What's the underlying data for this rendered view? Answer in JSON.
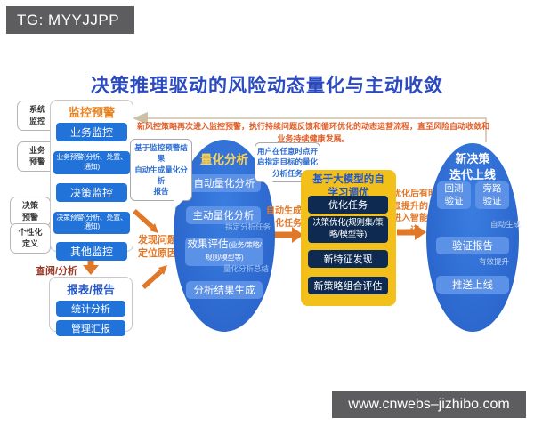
{
  "colors": {
    "primary_blue": "#2e6fd3",
    "button_blue": "#2273d9",
    "light_button_blue": "#5b91e6",
    "navy": "#0e2a50",
    "yellow": "#f2bf1b",
    "accent_orange": "#e0782a",
    "title_blue": "#2b4abe",
    "monitor_title_orange": "#e8821e",
    "watermark_gray": "#5d5d5f"
  },
  "watermark_top": {
    "text": "TG: MYYJJPP"
  },
  "watermark_bottom": {
    "text": "www.cnwebs–jizhibo.com"
  },
  "title": "决策推理驱动的风险动态量化与主动收敛",
  "feedback_note": "新风控策略再次进入监控预警，执行持续问题反馈和循环优化的动态运营流程，直至风险自动收敛和\n业务持续健康发展。",
  "left": {
    "bubbles": [
      "系统\n监控",
      "业务\n预警",
      "决策\n预警",
      "个性化\n定义"
    ],
    "monitor": {
      "title": "监控预警",
      "items": [
        "业务监控",
        "业务预警(分析、处置、通知)",
        "决策监控",
        "决策预警(分析、处置、通知)",
        "其他监控"
      ]
    },
    "review_label": "查阅/分析",
    "report": {
      "title": "报表/报告",
      "items": [
        "统计分析",
        "管理汇报"
      ]
    },
    "find_problem": "发现问题\n定位原因"
  },
  "quant": {
    "title": "量化分析",
    "callout_left": "基于监控预警结果\n自动生成量化分析\n报告",
    "callout_right": "用户在任意时点开\n启指定目标的量化\n分析任务",
    "step1": "自动量化分析",
    "step2": "主动量化分析",
    "step3_main": "效果评估",
    "step3_sub": "(业务/策略/规则/模型等)",
    "step4": "分析结果生成",
    "arrow_label_1": "指定分析任务",
    "arrow_label_2": "量化分析总结"
  },
  "handoff_to_llm": "自动生成优\n化任务",
  "llm": {
    "title": "基于大模型的自\n学习调优",
    "items": [
      "优化任务",
      "决策优化(规则集/策略/模型等)",
      "新特征发现",
      "新策略组合评估"
    ]
  },
  "handoff_to_deploy": "优化后有明\n显提升的，\n进入智能验\n证",
  "deploy": {
    "title": "新决策\n迭代上线",
    "backtest": "回测\n验证",
    "bypass": "旁路\n验证",
    "auto_gen_label": "自动生成",
    "report": "验证报告",
    "improve_label": "有效提升",
    "push": "推送上线"
  }
}
